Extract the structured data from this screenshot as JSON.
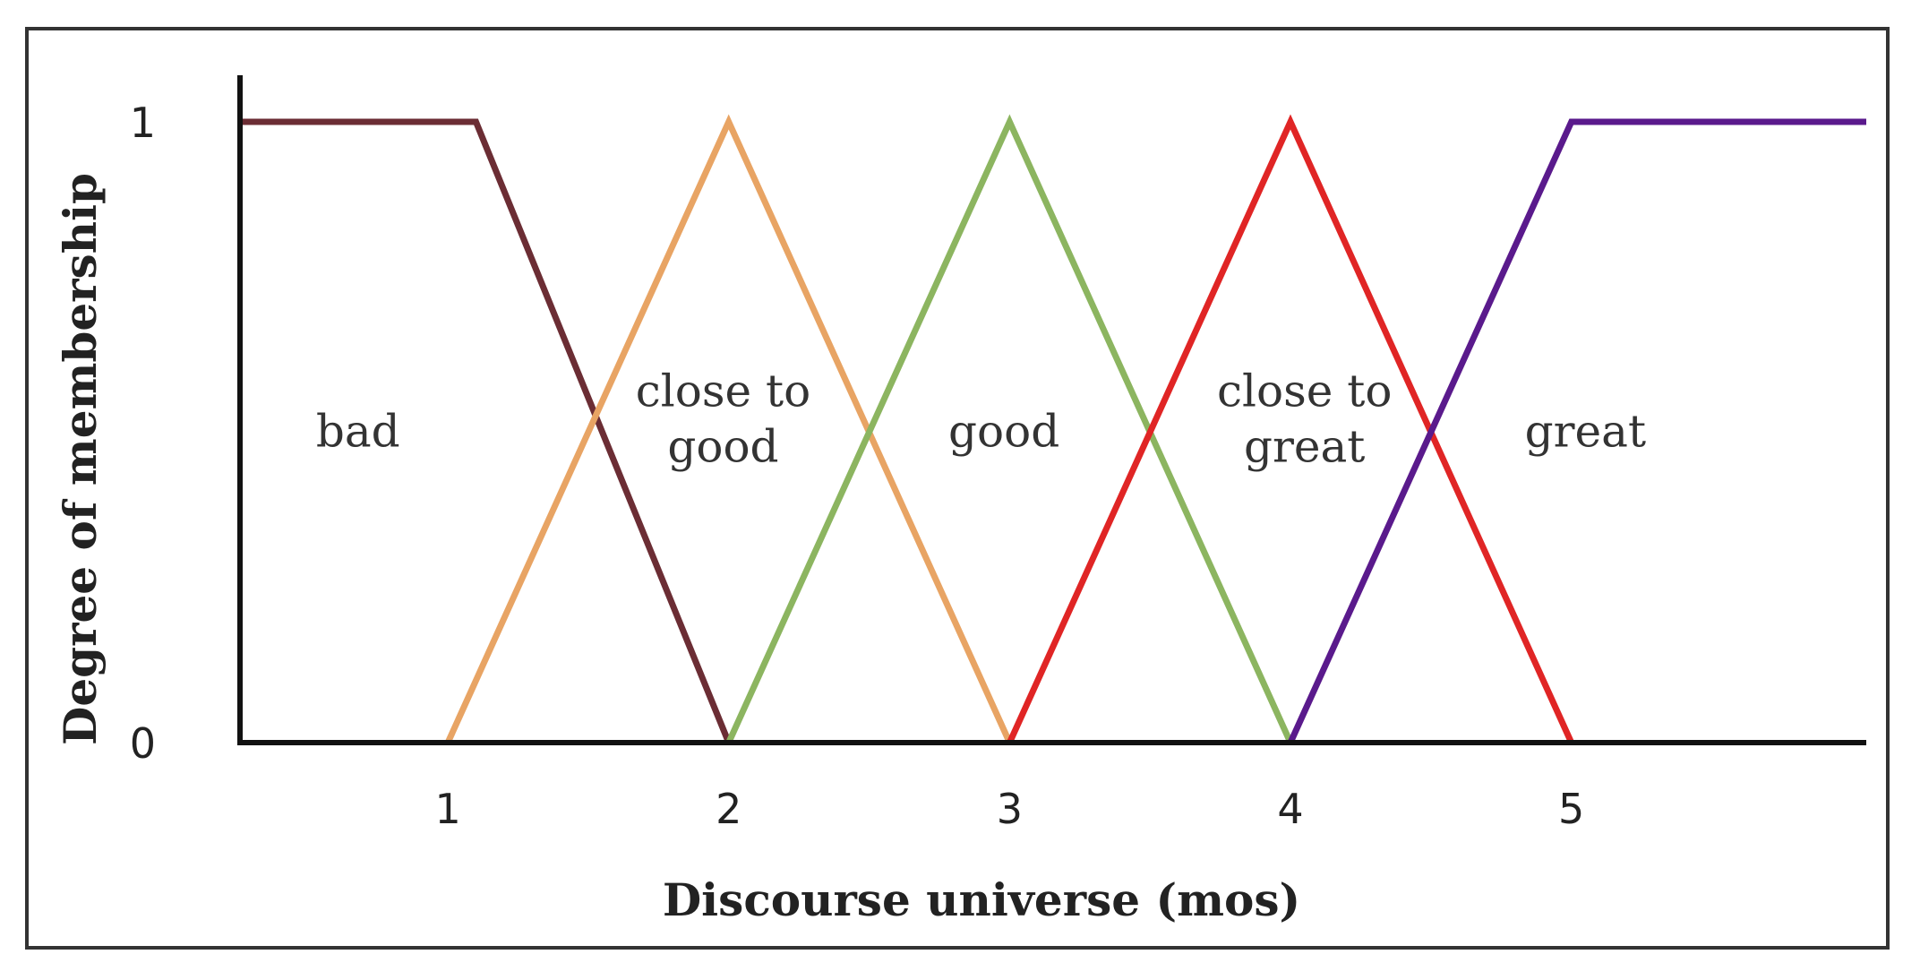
{
  "chart_data": {
    "type": "line",
    "title": "",
    "xlabel": "Discourse universe (mos)",
    "ylabel": "Degree of membership",
    "xlim": [
      0.26,
      6.05
    ],
    "ylim": [
      0,
      1
    ],
    "x_ticks": [
      1,
      2,
      3,
      4,
      5
    ],
    "y_ticks": [
      0,
      1
    ],
    "grid": false,
    "legend": "none",
    "series": [
      {
        "label_lines": [
          "bad"
        ],
        "color": "#6b2d34",
        "points": [
          [
            0.26,
            1
          ],
          [
            1.1,
            1
          ],
          [
            2,
            0
          ]
        ],
        "label_at": [
          0.68,
          0.5
        ]
      },
      {
        "label_lines": [
          "close to",
          "good"
        ],
        "color": "#e8a464",
        "points": [
          [
            1,
            0
          ],
          [
            2,
            1
          ],
          [
            3,
            0
          ]
        ],
        "label_at": [
          1.98,
          0.52
        ]
      },
      {
        "label_lines": [
          "good"
        ],
        "color": "#8cb560",
        "points": [
          [
            2,
            0
          ],
          [
            3,
            1
          ],
          [
            4,
            0
          ]
        ],
        "label_at": [
          2.98,
          0.5
        ]
      },
      {
        "label_lines": [
          "close to",
          "great"
        ],
        "color": "#e02525",
        "points": [
          [
            3,
            0
          ],
          [
            4,
            1
          ],
          [
            5,
            0
          ]
        ],
        "label_at": [
          4.05,
          0.52
        ]
      },
      {
        "label_lines": [
          "great"
        ],
        "color": "#5a1a8c",
        "points": [
          [
            4,
            0
          ],
          [
            5,
            1
          ],
          [
            6.05,
            1
          ]
        ],
        "label_at": [
          5.05,
          0.5
        ]
      }
    ]
  }
}
